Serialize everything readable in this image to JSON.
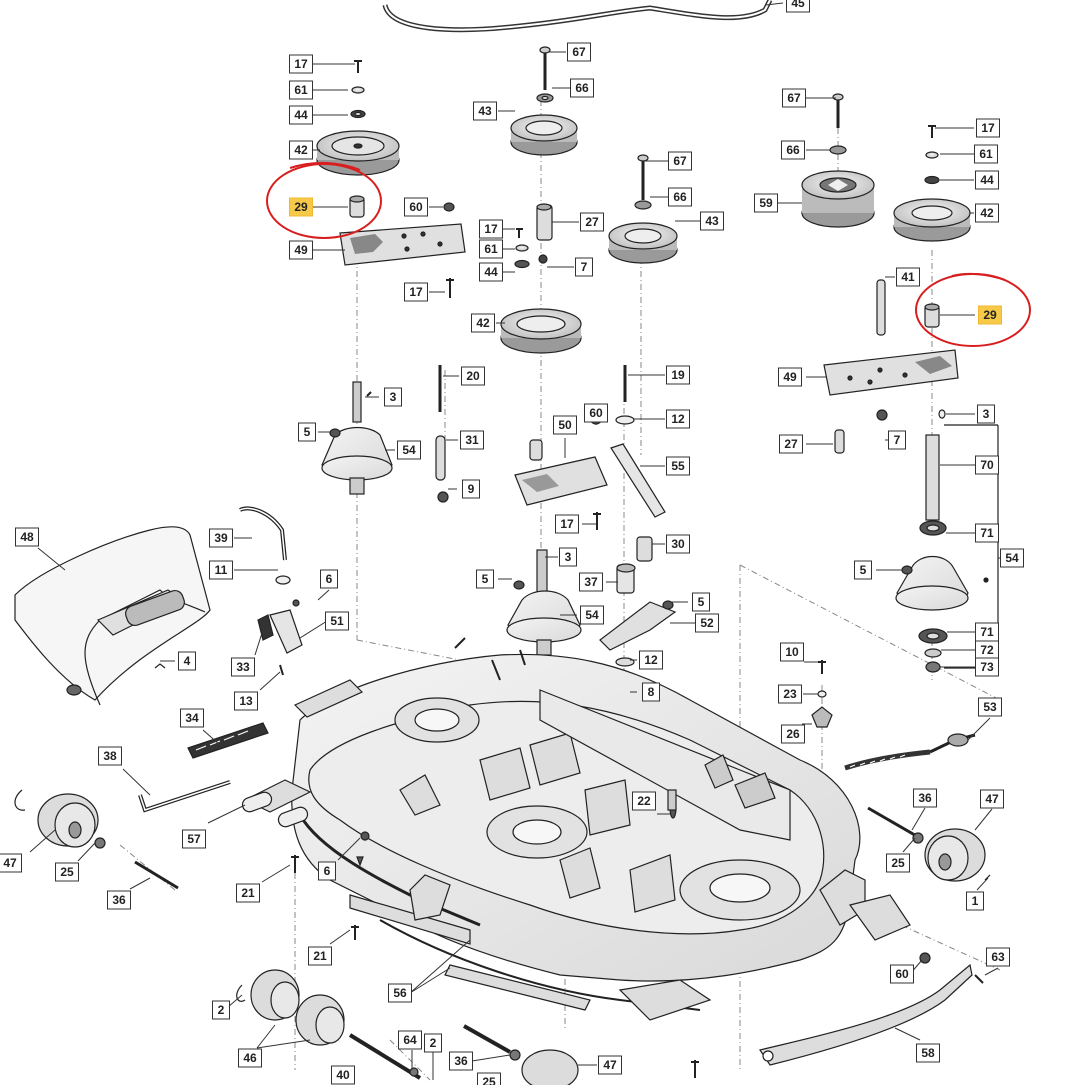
{
  "diagram": {
    "highlight_color": "#f7c948",
    "callout_color": "#d81e1e",
    "callouts": [
      {
        "label": "45",
        "highlight": false
      },
      {
        "label": "17",
        "highlight": false
      },
      {
        "label": "61",
        "highlight": false
      },
      {
        "label": "44",
        "highlight": false
      },
      {
        "label": "42",
        "highlight": false
      },
      {
        "label": "29",
        "highlight": true
      },
      {
        "label": "60",
        "highlight": false
      },
      {
        "label": "49",
        "highlight": false
      },
      {
        "label": "17",
        "highlight": false
      },
      {
        "label": "67",
        "highlight": false
      },
      {
        "label": "66",
        "highlight": false
      },
      {
        "label": "43",
        "highlight": false
      },
      {
        "label": "17",
        "highlight": false
      },
      {
        "label": "61",
        "highlight": false
      },
      {
        "label": "44",
        "highlight": false
      },
      {
        "label": "27",
        "highlight": false
      },
      {
        "label": "7",
        "highlight": false
      },
      {
        "label": "67",
        "highlight": false
      },
      {
        "label": "66",
        "highlight": false
      },
      {
        "label": "43",
        "highlight": false
      },
      {
        "label": "42",
        "highlight": false
      },
      {
        "label": "20",
        "highlight": false
      },
      {
        "label": "19",
        "highlight": false
      },
      {
        "label": "3",
        "highlight": false
      },
      {
        "label": "5",
        "highlight": false
      },
      {
        "label": "54",
        "highlight": false
      },
      {
        "label": "31",
        "highlight": false
      },
      {
        "label": "9",
        "highlight": false
      },
      {
        "label": "50",
        "highlight": false
      },
      {
        "label": "60",
        "highlight": false
      },
      {
        "label": "12",
        "highlight": false
      },
      {
        "label": "55",
        "highlight": false
      },
      {
        "label": "17",
        "highlight": false
      },
      {
        "label": "30",
        "highlight": false
      },
      {
        "label": "3",
        "highlight": false
      },
      {
        "label": "5",
        "highlight": false
      },
      {
        "label": "37",
        "highlight": false
      },
      {
        "label": "54",
        "highlight": false
      },
      {
        "label": "5",
        "highlight": false
      },
      {
        "label": "52",
        "highlight": false
      },
      {
        "label": "12",
        "highlight": false
      },
      {
        "label": "8",
        "highlight": false
      },
      {
        "label": "67",
        "highlight": false
      },
      {
        "label": "66",
        "highlight": false
      },
      {
        "label": "59",
        "highlight": false
      },
      {
        "label": "17",
        "highlight": false
      },
      {
        "label": "61",
        "highlight": false
      },
      {
        "label": "44",
        "highlight": false
      },
      {
        "label": "42",
        "highlight": false
      },
      {
        "label": "41",
        "highlight": false
      },
      {
        "label": "29",
        "highlight": true
      },
      {
        "label": "49",
        "highlight": false
      },
      {
        "label": "3",
        "highlight": false
      },
      {
        "label": "27",
        "highlight": false
      },
      {
        "label": "7",
        "highlight": false
      },
      {
        "label": "70",
        "highlight": false
      },
      {
        "label": "71",
        "highlight": false
      },
      {
        "label": "54",
        "highlight": false
      },
      {
        "label": "5",
        "highlight": false
      },
      {
        "label": "71",
        "highlight": false
      },
      {
        "label": "72",
        "highlight": false
      },
      {
        "label": "73",
        "highlight": false
      },
      {
        "label": "48",
        "highlight": false
      },
      {
        "label": "39",
        "highlight": false
      },
      {
        "label": "11",
        "highlight": false
      },
      {
        "label": "6",
        "highlight": false
      },
      {
        "label": "51",
        "highlight": false
      },
      {
        "label": "33",
        "highlight": false
      },
      {
        "label": "4",
        "highlight": false
      },
      {
        "label": "13",
        "highlight": false
      },
      {
        "label": "34",
        "highlight": false
      },
      {
        "label": "38",
        "highlight": false
      },
      {
        "label": "57",
        "highlight": false
      },
      {
        "label": "47",
        "highlight": false
      },
      {
        "label": "25",
        "highlight": false
      },
      {
        "label": "36",
        "highlight": false
      },
      {
        "label": "21",
        "highlight": false
      },
      {
        "label": "6",
        "highlight": false
      },
      {
        "label": "21",
        "highlight": false
      },
      {
        "label": "10",
        "highlight": false
      },
      {
        "label": "23",
        "highlight": false
      },
      {
        "label": "26",
        "highlight": false
      },
      {
        "label": "53",
        "highlight": false
      },
      {
        "label": "22",
        "highlight": false
      },
      {
        "label": "36",
        "highlight": false
      },
      {
        "label": "47",
        "highlight": false
      },
      {
        "label": "25",
        "highlight": false
      },
      {
        "label": "1",
        "highlight": false
      },
      {
        "label": "60",
        "highlight": false
      },
      {
        "label": "63",
        "highlight": false
      },
      {
        "label": "58",
        "highlight": false
      },
      {
        "label": "56",
        "highlight": false
      },
      {
        "label": "2",
        "highlight": false
      },
      {
        "label": "46",
        "highlight": false
      },
      {
        "label": "64",
        "highlight": false
      },
      {
        "label": "2",
        "highlight": false
      },
      {
        "label": "36",
        "highlight": false
      },
      {
        "label": "40",
        "highlight": false
      },
      {
        "label": "25",
        "highlight": false
      },
      {
        "label": "47",
        "highlight": false
      }
    ]
  }
}
